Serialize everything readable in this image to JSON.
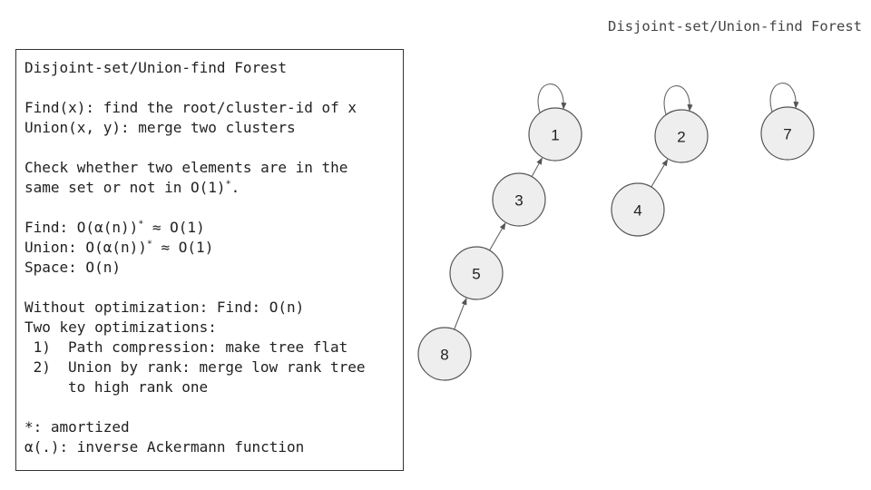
{
  "title": "Disjoint-set/Union-find Forest",
  "panel": {
    "heading": "Disjoint-set/Union-find Forest",
    "find_def": "Find(x): find the root/cluster-id of x",
    "union_def": "Union(x, y): merge two clusters",
    "check_line1": "Check whether two elements are in the",
    "check_line2_pre": "same set or not in O(1)",
    "check_line2_sup": "*",
    "check_line2_post": ".",
    "find_cost_pre": "Find: O(α(n))",
    "find_cost_sup": "*",
    "find_cost_post": " ≈ O(1)",
    "union_cost_pre": "Union: O(α(n))",
    "union_cost_sup": "*",
    "union_cost_post": " ≈ O(1)",
    "space_cost": "Space: O(n)",
    "without_opt": "Without optimization: Find: O(n)",
    "key_opts": "Two key optimizations:",
    "opt1_num": " 1)",
    "opt1_text": "Path compression: make tree flat",
    "opt2_num": " 2)",
    "opt2_text": "Union by rank: merge low rank tree\nto high rank one",
    "footnote_amortized": "*: amortized",
    "footnote_alpha": "α(.): inverse Ackermann function"
  },
  "forest": {
    "nodes": [
      {
        "id": "1",
        "label": "1"
      },
      {
        "id": "2",
        "label": "2"
      },
      {
        "id": "7",
        "label": "7"
      },
      {
        "id": "3",
        "label": "3"
      },
      {
        "id": "4",
        "label": "4"
      },
      {
        "id": "5",
        "label": "5"
      },
      {
        "id": "8",
        "label": "8"
      }
    ],
    "parent_edges": [
      {
        "child": "3",
        "parent": "1"
      },
      {
        "child": "5",
        "parent": "3"
      },
      {
        "child": "8",
        "parent": "5"
      },
      {
        "child": "4",
        "parent": "2"
      }
    ],
    "roots": [
      "1",
      "2",
      "7"
    ]
  }
}
